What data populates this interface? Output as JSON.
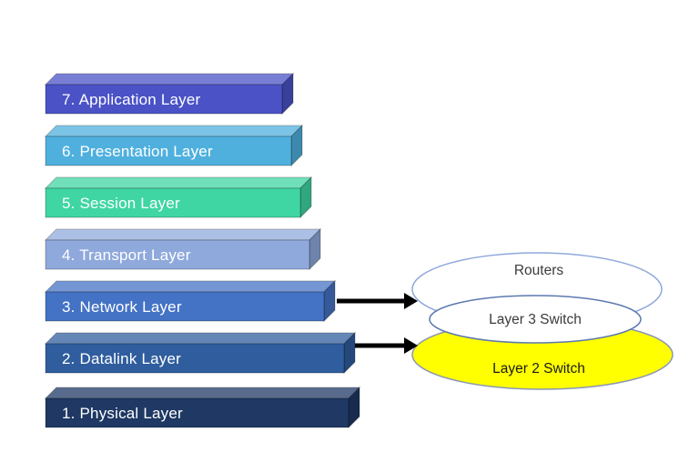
{
  "diagram": {
    "background": "#ffffff",
    "label_color": "#ffffff",
    "arrow_color": "#000000",
    "layers": [
      {
        "label": "7. Application Layer",
        "color": "#4a52c6"
      },
      {
        "label": "6. Presentation Layer",
        "color": "#4fb0de"
      },
      {
        "label": "5. Session Layer",
        "color": "#3fd6a3"
      },
      {
        "label": "4. Transport Layer",
        "color": "#8fa9dc"
      },
      {
        "label": "3. Network Layer",
        "color": "#4472c4"
      },
      {
        "label": "2. Datalink Layer",
        "color": "#2f5d9e"
      },
      {
        "label": "1. Physical Layer",
        "color": "#1f3864"
      }
    ],
    "devices": [
      {
        "label": "Routers",
        "fill": "#ffffff",
        "stroke": "#8fa8dc",
        "text_color": "#3b3b3b"
      },
      {
        "label": "Layer 3 Switch",
        "fill": "#ffffff",
        "stroke": "#5b79b0",
        "text_color": "#3b3b3b"
      },
      {
        "label": "Layer 2 Switch",
        "fill": "#ffff00",
        "stroke": "#8a97b5",
        "text_color": "#1a1a1a"
      }
    ]
  }
}
